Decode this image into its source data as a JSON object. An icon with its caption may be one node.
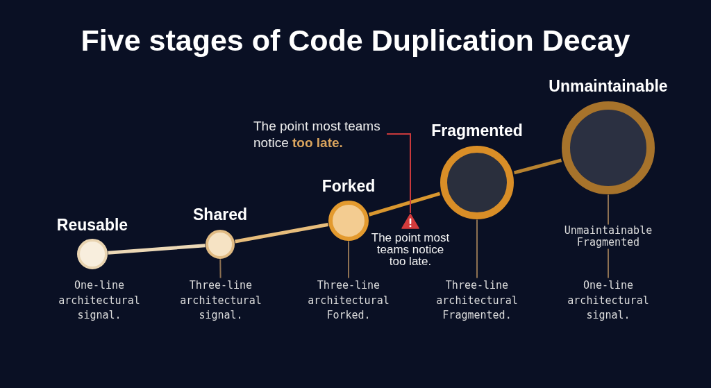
{
  "diagram": {
    "title": "Five stages of Code Duplication Decay",
    "nodes": [
      {
        "text": [
          "Reusable"
        ]
      },
      {
        "text": [
          "Shared"
        ]
      },
      {
        "text": [
          "Three-line architectural signal."
        ]
      },
      {
        "text": [
          "The point most teams notice **too late.**"
        ]
      },
      {
        "text": [
          "Forked"
        ]
      },
      {
        "text": [
          "Three-line architectural Forked."
        ]
      },
      {
        "text": [],
        "shape": "triangle",
        "beside": [
          "The point most teams notice too late."
        ]
      },
      {
        "text": [
          "Fragmented"
        ]
      },
      {
        "text": [
          "Three-line architectural Fragmented."
        ]
      },
      {
        "text": [
          "Unmaintainable"
        ]
      },
      {
        "text": [
          "Unmaintainable Fragmented"
        ]
      },
      {
        "text": [
          "One-line architectural signal."
        ]
      }
    ],
    "edges": [
      {
        "from": 0,
        "to": 1,
        "arrow": "none",
        "style": "thick",
        "color": "#ecd8b6"
      },
      {
        "from": 1,
        "to": 4,
        "arrow": "none",
        "style": "thick",
        "color": "#e7bd7c"
      },
      {
        "from": 4,
        "to": 7,
        "arrow": "none",
        "style": "thick",
        "color": "#d9972f"
      },
      {
        "from": 7,
        "to": 9,
        "arrow": "none",
        "style": "thick",
        "color": "#b88330"
      },
      {
        "from": 1,
        "to": 2,
        "arrow": "none"
      },
      {
        "from": 3,
        "to": 6,
        "arrow": "none",
        "color": "#c8393b"
      },
      {
        "from": 4,
        "to": 5,
        "arrow": "none"
      },
      {
        "from": 7,
        "to": 8,
        "arrow": "none"
      },
      {
        "from": 9,
        "to": 10,
        "arrow": "none"
      },
      {
        "from": 10,
        "to": 11,
        "arrow": "none"
      }
    ],
    "labels": [
      "One-line architectural signal."
    ]
  }
}
